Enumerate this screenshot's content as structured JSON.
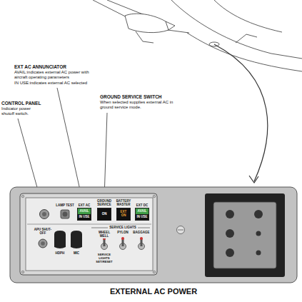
{
  "diagram": {
    "caption": "EXTERNAL AC POWER",
    "nodes": [
      {
        "text": [
          "AVAIL",
          "IN USE"
        ]
      },
      {
        "text": [
          "ON"
        ]
      },
      {
        "text": [
          "EXT ON"
        ]
      },
      {
        "text": [
          "AVAIL",
          "IN USE"
        ]
      }
    ],
    "labels": [
      "EXT AC ANNUNCIATOR",
      "AVAIL:indicates external AC power with aircraft operating parameters",
      "IN USE:indicates external AC selected",
      "CONTROL PANEL",
      "Indicator power shutoff switch.",
      "GROUND SERVICE SWITCH",
      "When selected supplies external AC in ground service mode.",
      "LAMP TEST",
      "EXT AC",
      "GROUND SERVICE",
      "BATTERY MASTER",
      "EXT DC",
      "APU SHUT-OFF",
      "HDPH",
      "MIC",
      "SERVICE LIGHTS",
      "WHEEL WELL",
      "PYLON",
      "BAGGAGE",
      "SERVICE LIGHTS SET/RESET"
    ]
  }
}
